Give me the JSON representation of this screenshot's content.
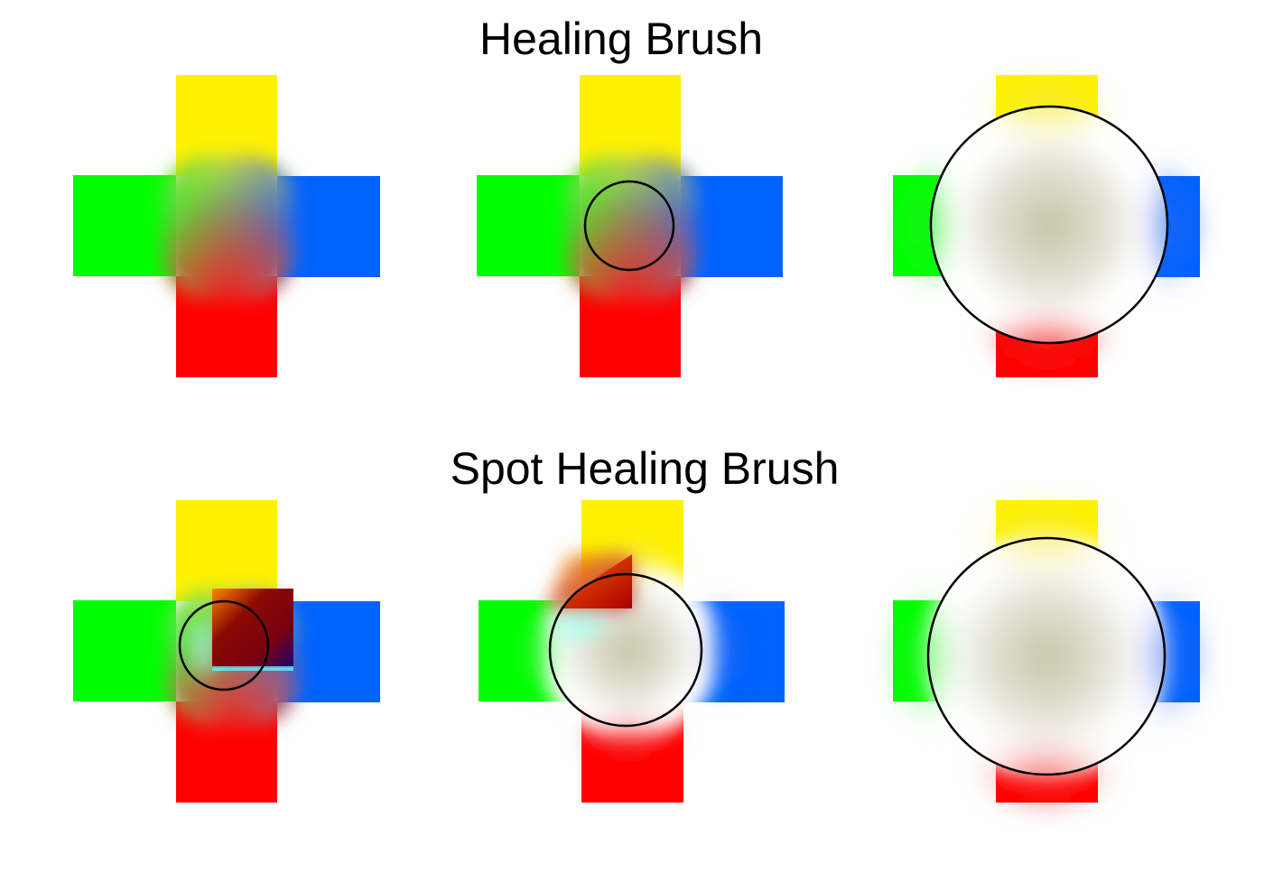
{
  "titles": {
    "healing": "Healing Brush",
    "spot_healing": "Spot Healing Brush"
  },
  "colors": {
    "yellow": "#fff200",
    "green": "#00ff00",
    "blue": "#0062ff",
    "red": "#ff0000",
    "outline": "#000000",
    "background": "#ffffff"
  },
  "rows": [
    {
      "label": "Healing Brush",
      "panels": [
        {
          "step": 1,
          "description": "Cross with blended center",
          "brush_circle": false
        },
        {
          "step": 2,
          "description": "Small brush circle over blended center",
          "brush_circle": true
        },
        {
          "step": 3,
          "description": "Large brush circle covering cross center",
          "brush_circle": true
        }
      ]
    },
    {
      "label": "Spot Healing Brush",
      "panels": [
        {
          "step": 1,
          "description": "Small brush with dark sampled patch",
          "brush_circle": true
        },
        {
          "step": 2,
          "description": "Medium brush with offset patch",
          "brush_circle": true
        },
        {
          "step": 3,
          "description": "Large brush circle covering cross center",
          "brush_circle": true
        }
      ]
    }
  ]
}
